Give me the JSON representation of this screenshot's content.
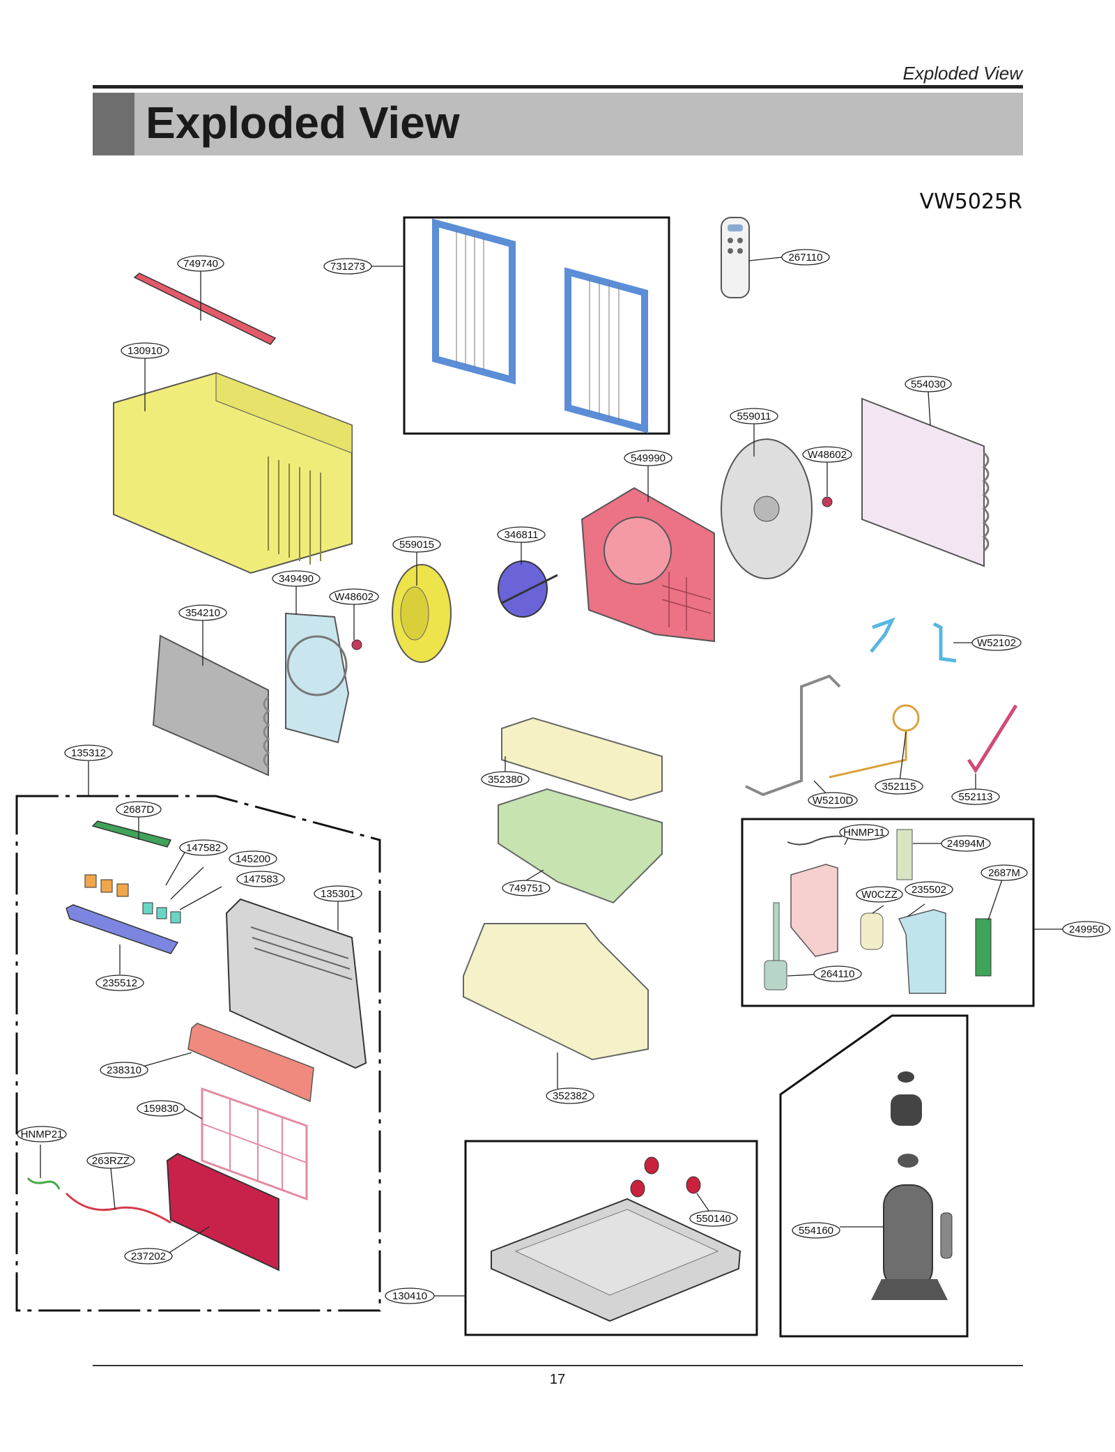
{
  "header": {
    "running_title": "Exploded View",
    "title": "Exploded View",
    "model": "VW5025R"
  },
  "footer": {
    "page_number": "17"
  },
  "callouts": [
    {
      "id": "c749740",
      "text": "749740"
    },
    {
      "id": "c731273",
      "text": "731273"
    },
    {
      "id": "c267110",
      "text": "267110"
    },
    {
      "id": "c130910",
      "text": "130910"
    },
    {
      "id": "c554030",
      "text": "554030"
    },
    {
      "id": "c559011",
      "text": "559011"
    },
    {
      "id": "c549990",
      "text": "549990"
    },
    {
      "id": "cW48602a",
      "text": "W48602"
    },
    {
      "id": "c346811",
      "text": "346811"
    },
    {
      "id": "c559015",
      "text": "559015"
    },
    {
      "id": "c349490",
      "text": "349490"
    },
    {
      "id": "cW48602b",
      "text": "W48602"
    },
    {
      "id": "c354210",
      "text": "354210"
    },
    {
      "id": "cW52102",
      "text": "W52102"
    },
    {
      "id": "c135312",
      "text": "135312"
    },
    {
      "id": "c352380",
      "text": "352380"
    },
    {
      "id": "cW5210D",
      "text": "W5210D"
    },
    {
      "id": "c352115",
      "text": "352115"
    },
    {
      "id": "c552113",
      "text": "552113"
    },
    {
      "id": "c2687D",
      "text": "2687D"
    },
    {
      "id": "c147582",
      "text": "147582"
    },
    {
      "id": "c145200",
      "text": "145200"
    },
    {
      "id": "c147583",
      "text": "147583"
    },
    {
      "id": "c135301",
      "text": "135301"
    },
    {
      "id": "c749751",
      "text": "749751"
    },
    {
      "id": "cHNMP11",
      "text": "HNMP11"
    },
    {
      "id": "c24994M",
      "text": "24994M"
    },
    {
      "id": "c2687M",
      "text": "2687M"
    },
    {
      "id": "cW0CZZ",
      "text": "W0CZZ"
    },
    {
      "id": "c235502",
      "text": "235502"
    },
    {
      "id": "c249950",
      "text": "249950"
    },
    {
      "id": "c264110",
      "text": "264110"
    },
    {
      "id": "c235512",
      "text": "235512"
    },
    {
      "id": "c238310",
      "text": "238310"
    },
    {
      "id": "c352382",
      "text": "352382"
    },
    {
      "id": "c159830",
      "text": "159830"
    },
    {
      "id": "cHNMP21",
      "text": "HNMP21"
    },
    {
      "id": "c263RZZ",
      "text": "263RZZ"
    },
    {
      "id": "c550140",
      "text": "550140"
    },
    {
      "id": "c554160",
      "text": "554160"
    },
    {
      "id": "c237202",
      "text": "237202"
    },
    {
      "id": "c130410",
      "text": "130410"
    }
  ]
}
